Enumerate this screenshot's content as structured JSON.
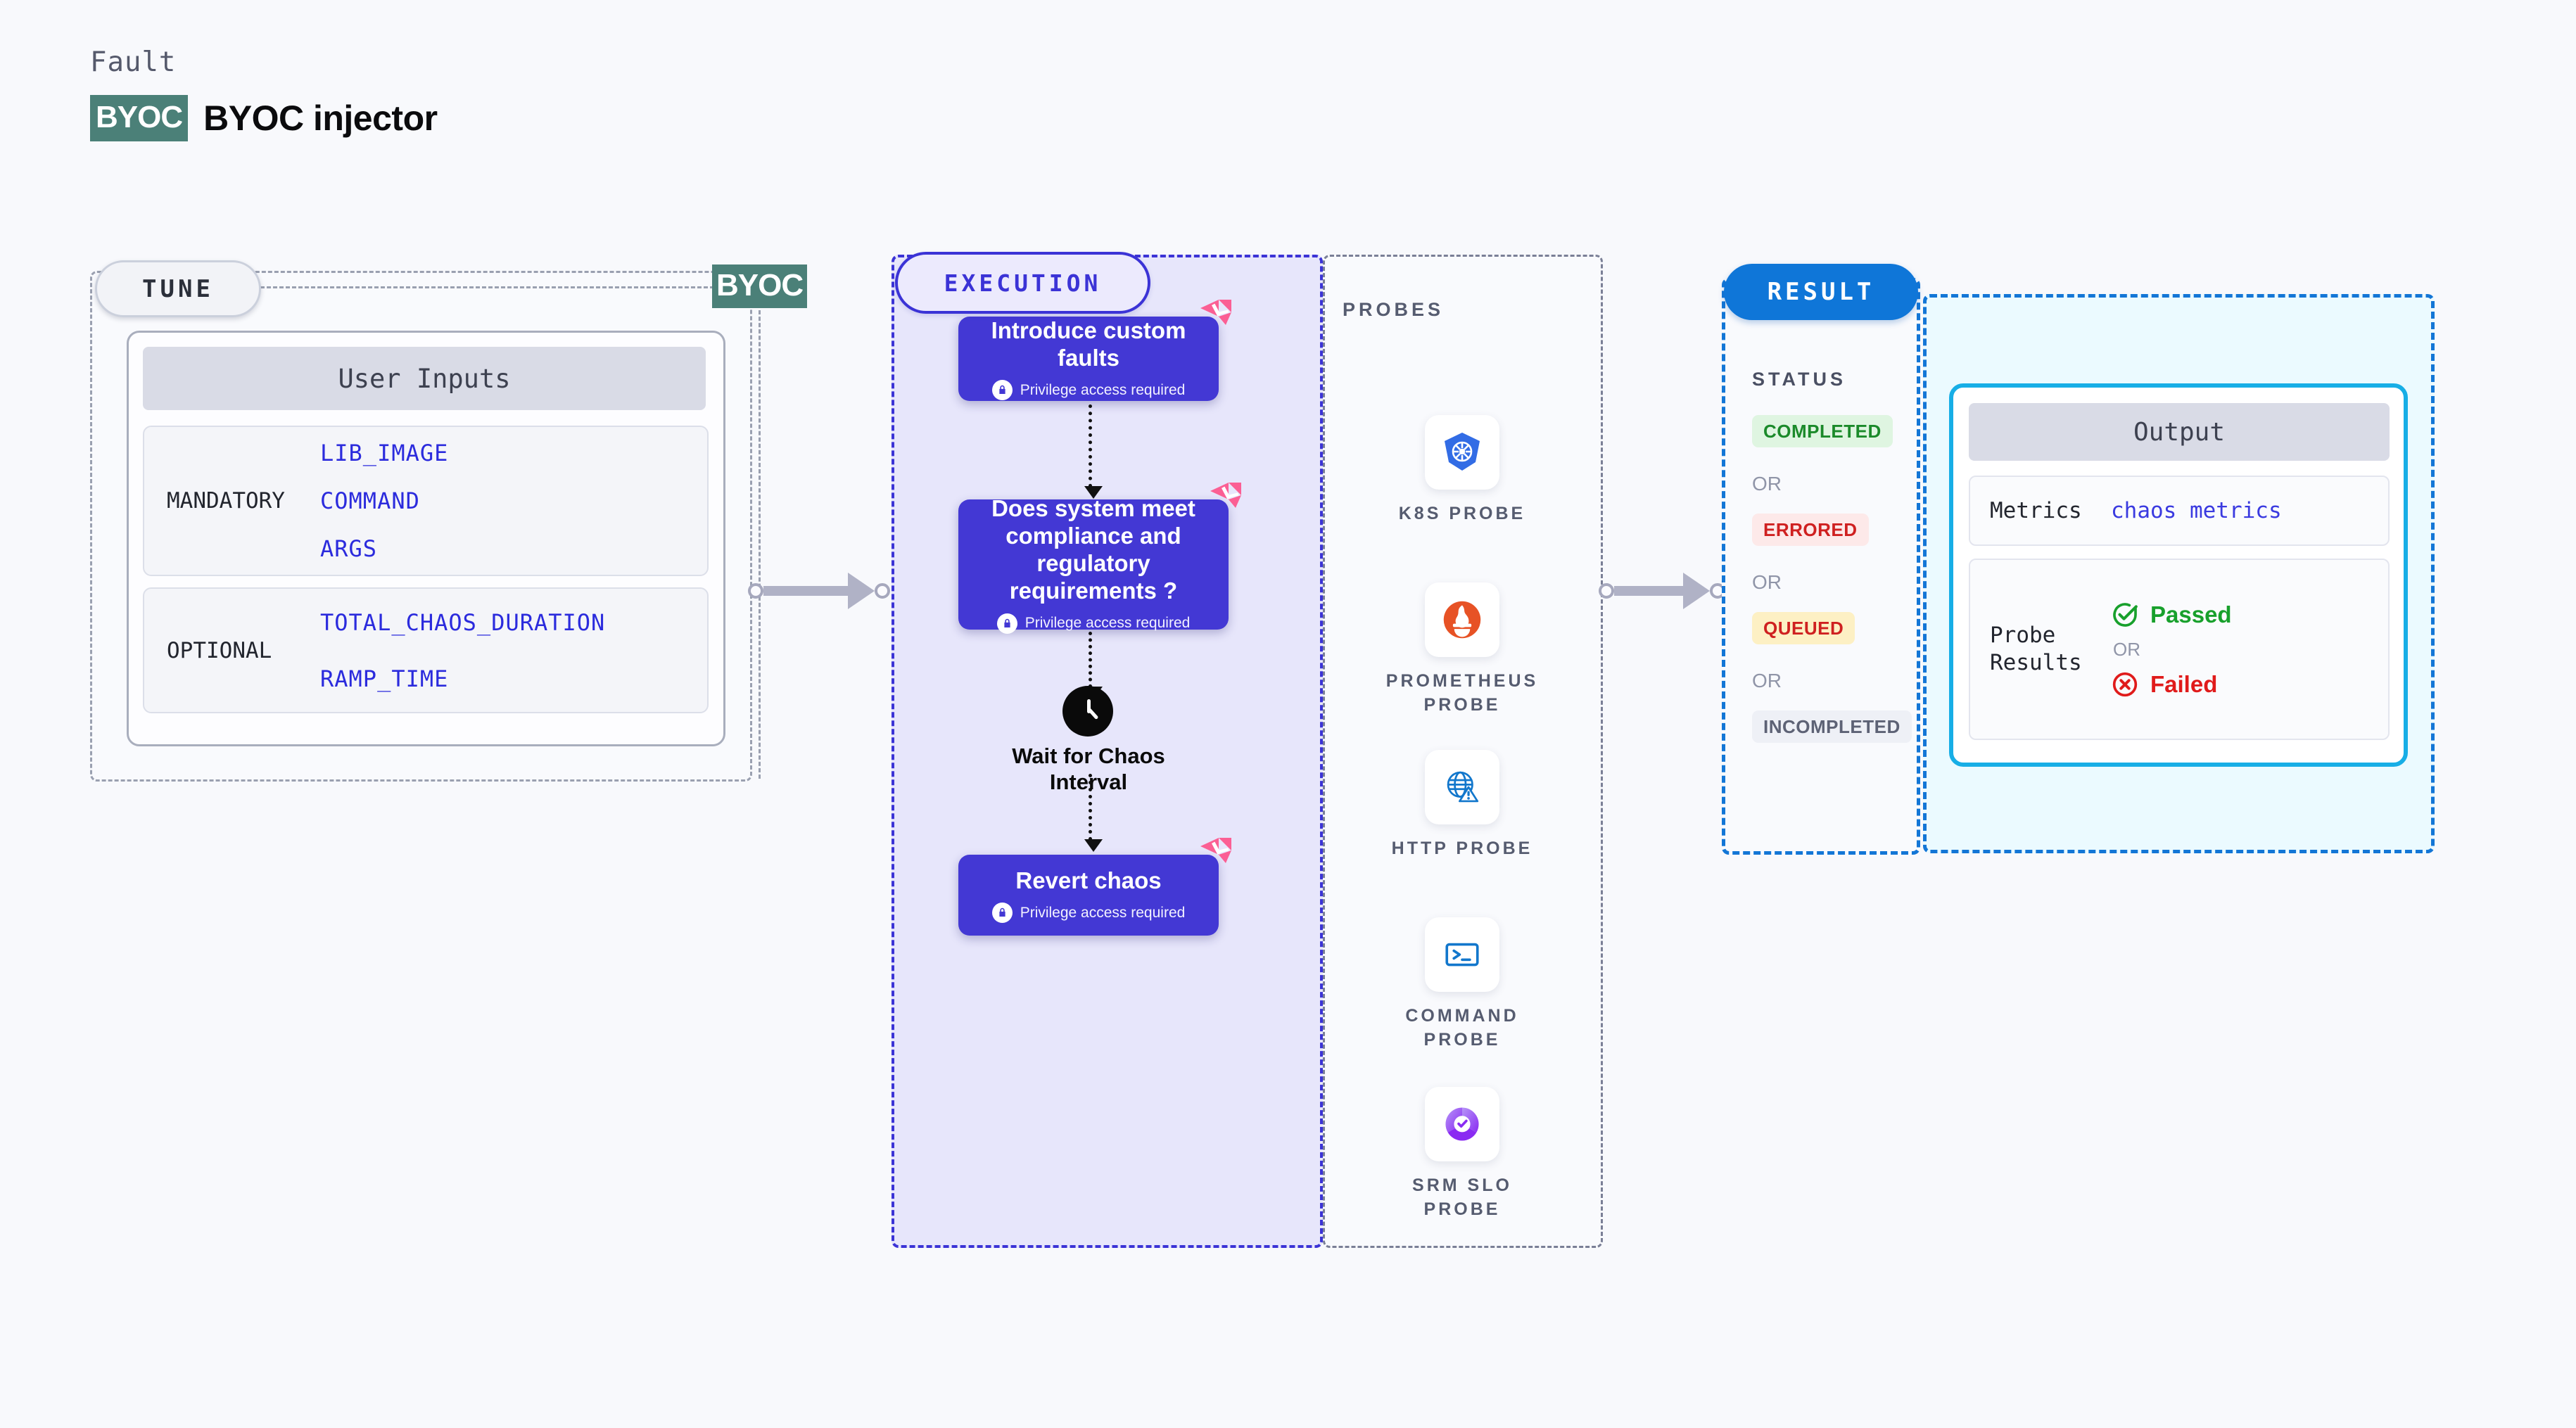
{
  "header": {
    "kicker": "Fault",
    "badge": "BYOC",
    "title": "BYOC injector"
  },
  "tune": {
    "pill_label": "TUNE",
    "byoc_marker": "BYOC",
    "card_title": "User Inputs",
    "groups": [
      {
        "label": "MANDATORY",
        "items": [
          "LIB_IMAGE",
          "COMMAND",
          "ARGS"
        ]
      },
      {
        "label": "OPTIONAL",
        "items": [
          "TOTAL_CHAOS_DURATION",
          "RAMP_TIME"
        ]
      }
    ]
  },
  "execution": {
    "pill_label": "EXECUTION",
    "privilege_text": "Privilege access required",
    "nodes": [
      {
        "title": "Introduce custom faults",
        "privilege": true
      },
      {
        "title": "Does system meet compliance and regulatory requirements ?",
        "privilege": true
      },
      {
        "title": "Revert chaos",
        "privilege": true
      }
    ],
    "wait_label": "Wait for Chaos Interval"
  },
  "probes": {
    "section_label": "PROBES",
    "items": [
      {
        "label": "K8S PROBE",
        "icon": "kubernetes-icon"
      },
      {
        "label": "PROMETHEUS PROBE",
        "icon": "prometheus-icon"
      },
      {
        "label": "HTTP PROBE",
        "icon": "globe-warning-icon"
      },
      {
        "label": "COMMAND PROBE",
        "icon": "terminal-icon"
      },
      {
        "label": "SRM SLO PROBE",
        "icon": "srm-slo-icon"
      }
    ]
  },
  "result": {
    "pill_label": "RESULT",
    "status_label": "STATUS",
    "or_label": "OR",
    "statuses": [
      {
        "label": "COMPLETED",
        "color": "#1b8a2a",
        "bg": "#dff5e1"
      },
      {
        "label": "ERRORED",
        "color": "#cf2020",
        "bg": "#fde9e9"
      },
      {
        "label": "QUEUED",
        "color": "#cf2020",
        "bg": "#fdf0c4"
      },
      {
        "label": "INCOMPLETED",
        "color": "#5d6275",
        "bg": "#eef0f6"
      }
    ],
    "output": {
      "title": "Output",
      "metrics_key": "Metrics",
      "metrics_value": "chaos metrics",
      "probe_results_key": "Probe Results",
      "passed_label": "Passed",
      "failed_label": "Failed",
      "or_label": "OR"
    }
  },
  "colors": {
    "node_purple": "#4338d4",
    "execution_border": "#3b33d6",
    "result_blue": "#0f76d8",
    "output_border": "#17aee6",
    "byoc_teal": "#4b8078",
    "ribbon_pink": "#fb5f94",
    "link_blue": "#2b2bdd"
  }
}
